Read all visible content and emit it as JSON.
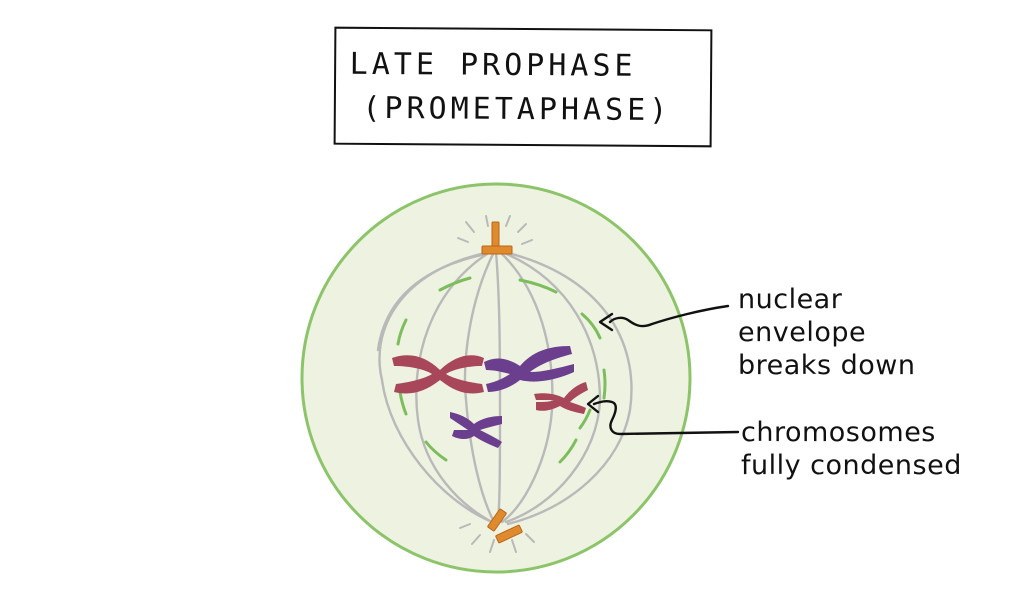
{
  "title": {
    "line1": "LATE PROPHASE",
    "line2": "(PROMETAPHASE)"
  },
  "labels": {
    "envelope": [
      "nuclear",
      "envelope",
      "breaks down"
    ],
    "chromosomes": [
      "chromosomes",
      "fully condensed"
    ]
  },
  "colors": {
    "cell_fill": "#eef2e1",
    "cell_outline": "#8cc46a",
    "spindle": "#b9b9b9",
    "nuclear_envelope": "#7cbd5c",
    "centrosome": "#e08a2e",
    "chromosome_red": "#a8475a",
    "chromosome_purple": "#6b3e8e"
  }
}
